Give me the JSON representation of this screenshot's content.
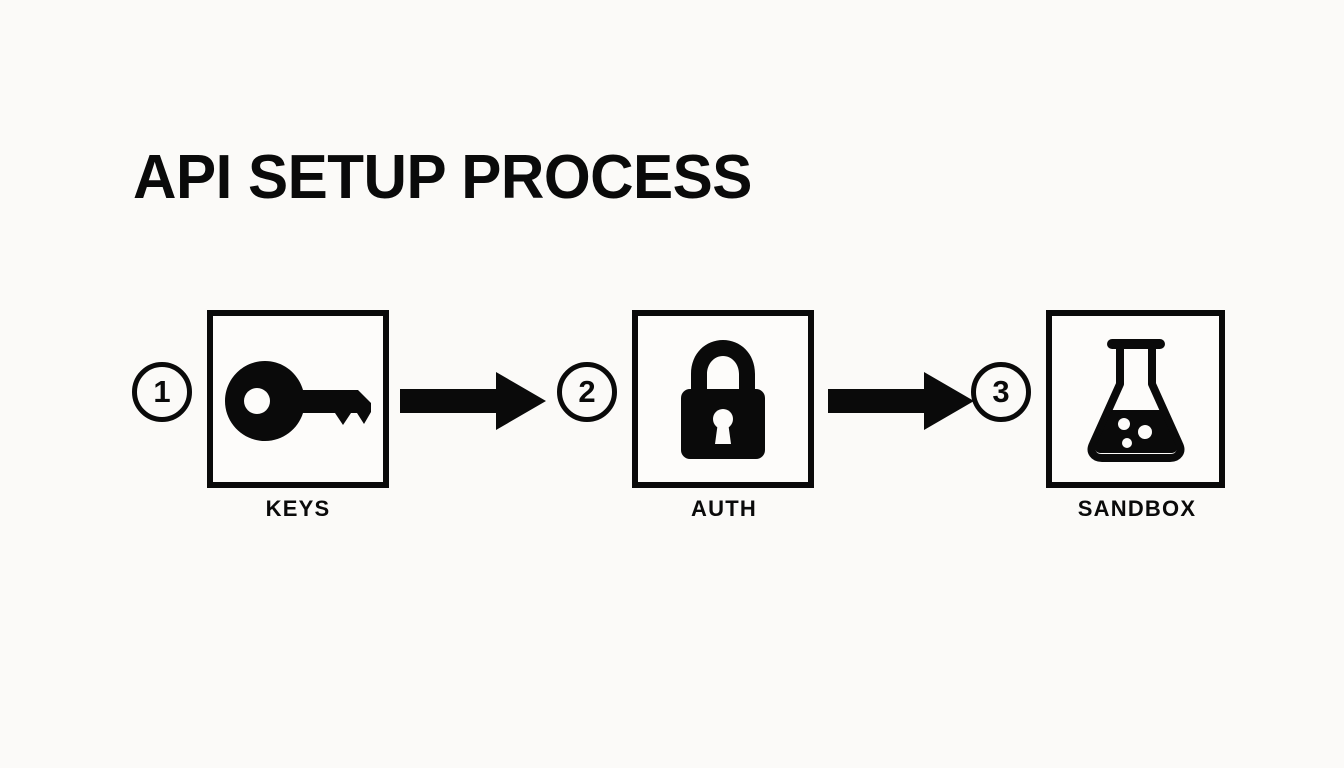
{
  "page": {
    "title": "API SETUP PROCESS",
    "background_color": "#fbfaf8",
    "ink_color": "#0a0a0a"
  },
  "flow": {
    "steps": [
      {
        "number": "1",
        "label": "KEYS",
        "icon": "key-icon"
      },
      {
        "number": "2",
        "label": "AUTH",
        "icon": "padlock-icon"
      },
      {
        "number": "3",
        "label": "SANDBOX",
        "icon": "flask-icon"
      }
    ],
    "connectors": [
      {
        "name": "arrow-right-icon",
        "from": "KEYS",
        "to": "AUTH"
      },
      {
        "name": "arrow-right-icon",
        "from": "AUTH",
        "to": "SANDBOX"
      }
    ]
  }
}
